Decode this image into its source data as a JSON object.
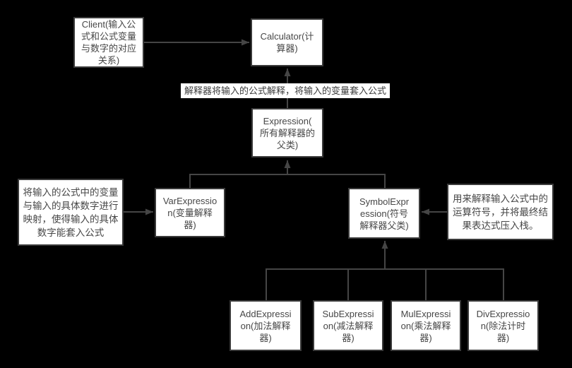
{
  "colors": {
    "background": "#000000",
    "node_fill": "#ffffff",
    "node_border": "#3a3a3a",
    "node_text": "#474747",
    "line": "#454545",
    "edge_label_bg": "#ffffff"
  },
  "nodes": {
    "client": {
      "label": "Client(输入公\n式和公式变量\n与数字的对应\n关系)"
    },
    "calculator": {
      "label": "Calculator(计\n算器)"
    },
    "expression": {
      "label": "Expression(\n所有解释器的\n父类)"
    },
    "var_expression": {
      "label": "VarExpressio\nn(变量解释\n器)"
    },
    "symbol_expression": {
      "label": "SymbolExpr\nession(符号\n解释器父类)"
    },
    "add_expression": {
      "label": "AddExpressi\non(加法解释\n器)"
    },
    "sub_expression": {
      "label": "SubExpressi\non(减法解释\n器)"
    },
    "mul_expression": {
      "label": "MulExpressi\non(乘法解释\n器)"
    },
    "div_expression": {
      "label": "DivExpressio\nn(除法计时\n器)"
    }
  },
  "notes": {
    "var_note": {
      "label": "将输入的公式中的变量\n与输入的具体数字进行\n映射，使得输入的具体\n数字能套入公式"
    },
    "symbol_note": {
      "label": "用来解释输入公式中的\n运算符号，并将最终结\n果表达式压入栈。"
    }
  },
  "edge_labels": {
    "interpret": "解释器将输入的公式解释，将输入的变量套入公式"
  }
}
